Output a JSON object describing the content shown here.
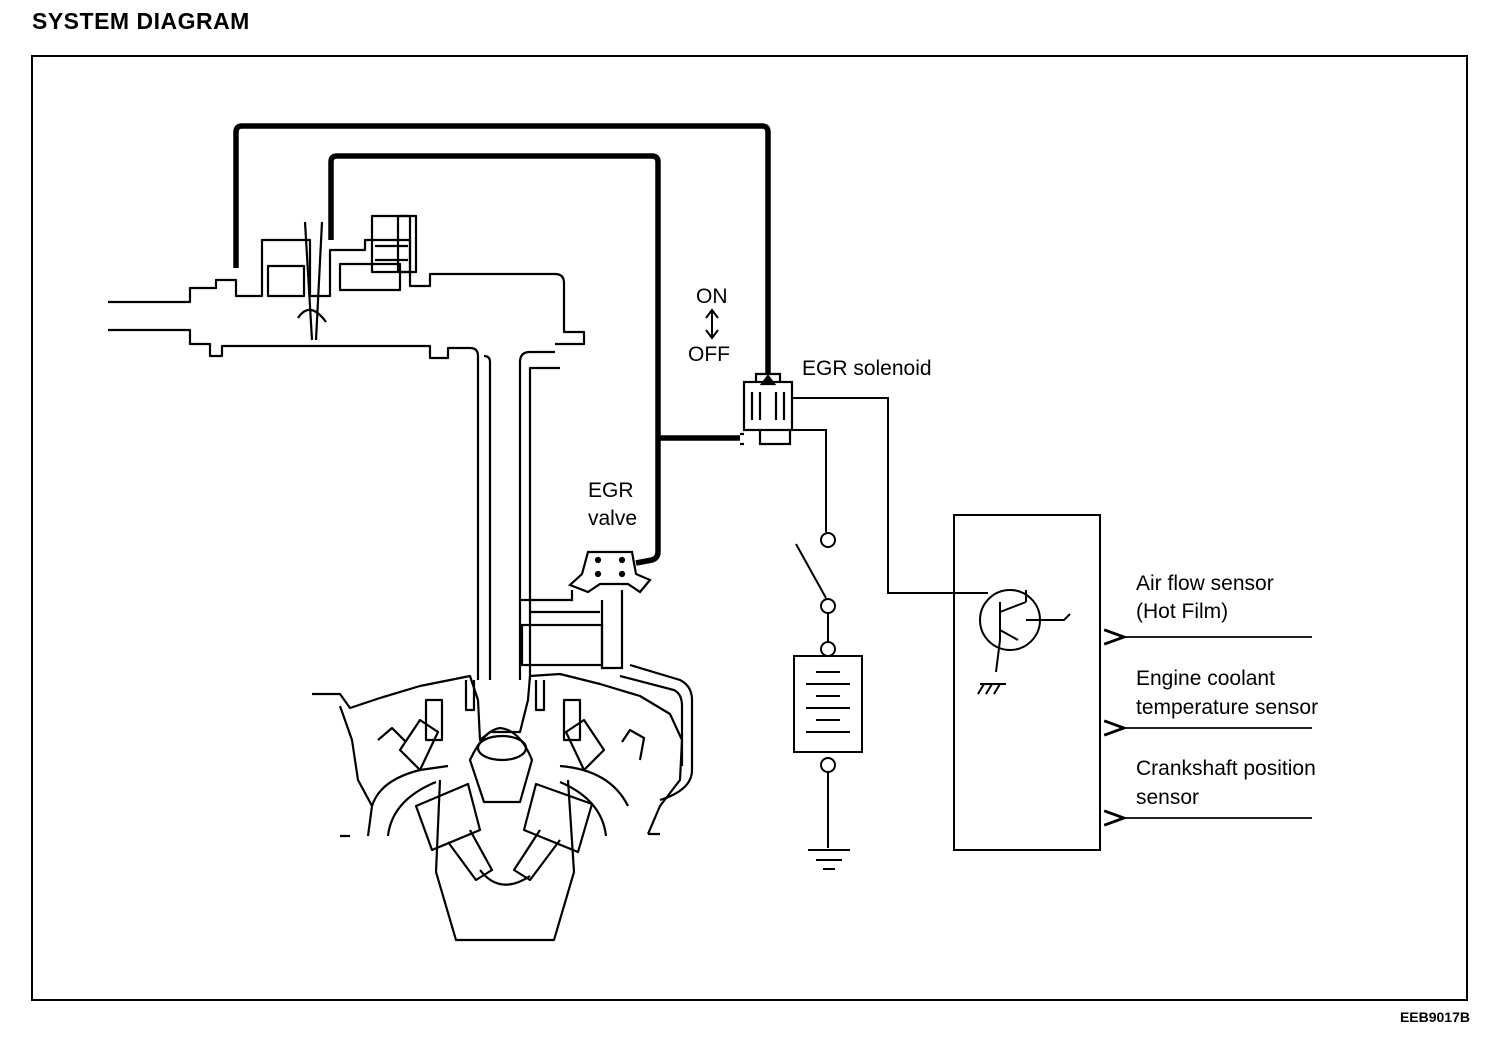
{
  "title": "SYSTEM DIAGRAM",
  "figure_code": "EEB9017B",
  "labels": {
    "on": "ON",
    "off": "OFF",
    "egr_solenoid": "EGR solenoid",
    "egr_valve_1": "EGR",
    "egr_valve_2": "valve",
    "air_flow_1": "Air flow sensor",
    "air_flow_2": "(Hot Film)",
    "coolant_1": "Engine coolant",
    "coolant_2": "temperature sensor",
    "crank_1": "Crankshaft position",
    "crank_2": "sensor"
  }
}
